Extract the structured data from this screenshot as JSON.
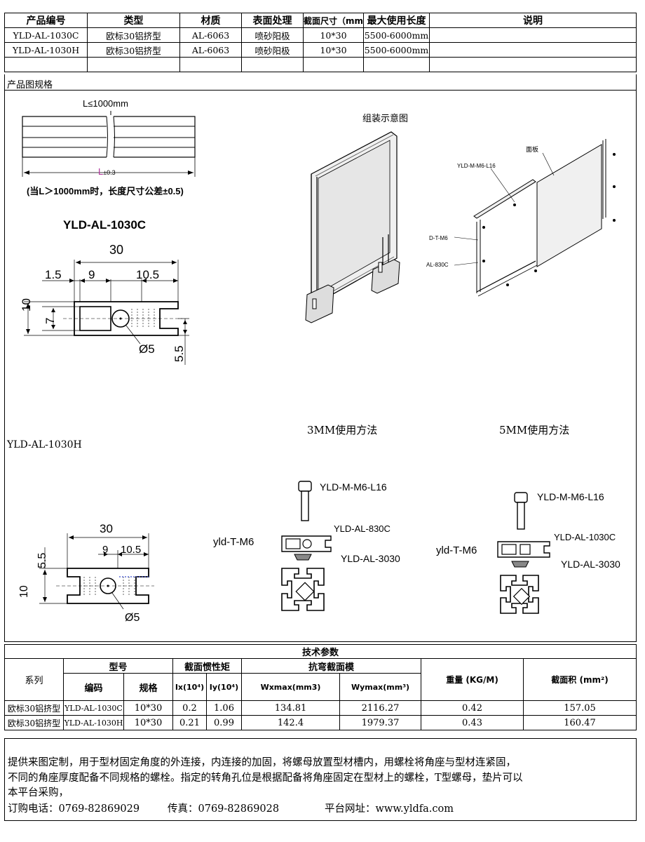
{
  "spec_table": {
    "headers": [
      "产品编号",
      "类型",
      "材质",
      "表面处理",
      "截面尺寸（mm",
      "最大使用长度",
      "说明"
    ],
    "rows": [
      [
        "YLD-AL-1030C",
        "欧标30铝挤型",
        "AL-6063",
        "喷砂阳极",
        "10*30",
        "5500-6000mm",
        ""
      ],
      [
        "YLD-AL-1030H",
        "欧标30铝挤型",
        "AL-6063",
        "喷砂阳极",
        "10*30",
        "5500-6000mm",
        ""
      ],
      [
        "",
        "",
        "",
        "",
        "",
        "",
        ""
      ]
    ]
  },
  "section_title": "产品图规格",
  "length_drawing": {
    "top_label": "L≤1000mm",
    "bottom_label": "L",
    "tolerance": "±0.3",
    "note": "(当L＞1000mm时，长度尺寸公差±0.5)"
  },
  "profile_c": {
    "title": "YLD-AL-1030C",
    "dim_width": "30",
    "dim_a": "1.5",
    "dim_b": "9",
    "dim_c": "10.5",
    "dim_height": "10",
    "dim_inner": "7",
    "dim_hole": "Ø5",
    "dim_offset": "5.5"
  },
  "profile_h": {
    "title": "YLD-AL-1030H",
    "dim_width": "30",
    "dim_b": "9",
    "dim_c": "10.5",
    "dim_top": "5.5",
    "dim_height": "10",
    "dim_hole": "Ø5"
  },
  "assembly": {
    "title": "组装示意图",
    "labels": {
      "panel": "面板",
      "screw": "YLD-M-M6-L16",
      "tnut": "D-T-M6",
      "profile": "AL-830C"
    }
  },
  "usage_3mm": {
    "title": "3MM使用方法",
    "screw": "YLD-M-M6-L16",
    "part": "YLD-AL-830C",
    "tnut": "yld-T-M6",
    "base": "YLD-AL-3030"
  },
  "usage_5mm": {
    "title": "5MM使用方法",
    "screw": "YLD-M-M6-L16",
    "part": "YLD-AL-1030C",
    "tnut": "yld-T-M6",
    "base": "YLD-AL-3030"
  },
  "tech_params": {
    "title": "技术参数",
    "series_label": "系列",
    "model_label": "型号",
    "code_label": "编码",
    "spec_label": "规格",
    "inertia_label": "截面惯性矩",
    "ix_label": "Ix(10⁴)",
    "iy_label": "Iy(10⁴)",
    "modulus_label": "抗弯截面模",
    "wx_label": "Wxmax(mm3)",
    "wy_label": "Wymax(mm³)",
    "weight_label": "重量 (KG/M)",
    "area_label": "截面积 (mm²)",
    "rows": [
      {
        "series": "欧标30铝挤型",
        "code": "YLD-AL-1030C",
        "spec": "10*30",
        "ix": "0.2",
        "iy": "1.06",
        "wx": "134.81",
        "wy": "2116.27",
        "weight": "0.42",
        "area": "157.05"
      },
      {
        "series": "欧标30铝挤型",
        "code": "YLD-AL-1030H",
        "spec": "10*30",
        "ix": "0.21",
        "iy": "0.99",
        "wx": "142.4",
        "wy": "1979.37",
        "weight": "0.43",
        "area": "160.47"
      }
    ]
  },
  "notes": {
    "line1": "提供来图定制，用于型材固定角度的外连接，内连接的加固，将螺母放置型材槽内，用螺栓将角座与型材连紧固，",
    "line2": "不同的角座厚度配备不同规格的螺栓。指定的转角孔位是根据配备将角座固定在型材上的螺栓，T型螺母，垫片可以",
    "line3": "本平台采购，",
    "phone": "订购电话：0769-82869029",
    "fax": "传真：0769-82869028",
    "website": "平台网址：www.yldfa.com"
  }
}
